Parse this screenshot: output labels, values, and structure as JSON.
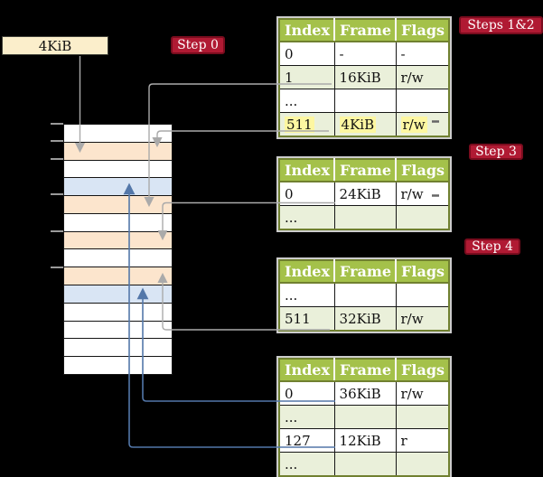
{
  "frame_box": {
    "label": "4KiB"
  },
  "step_labels": [
    {
      "text": "Step 0"
    },
    {
      "text": "Steps 1&2"
    },
    {
      "text": "Step 3"
    },
    {
      "text": "Step 4"
    }
  ],
  "memory_column": {
    "rows": [
      "white",
      "orange",
      "white",
      "blue",
      "orange",
      "white",
      "orange",
      "white",
      "orange",
      "blue",
      "white",
      "white",
      "white",
      "white"
    ]
  },
  "tables": [
    {
      "headers": [
        "Index",
        "Frame",
        "Flags"
      ],
      "rows": [
        {
          "cells": [
            "0",
            "-",
            "-"
          ],
          "shaded": false,
          "highlighted": false
        },
        {
          "cells": [
            "1",
            "16KiB",
            "r/w"
          ],
          "shaded": true,
          "highlighted": false
        },
        {
          "cells": [
            "...",
            "",
            ""
          ],
          "shaded": false,
          "highlighted": false
        },
        {
          "cells": [
            "511",
            "4KiB",
            "r/w"
          ],
          "shaded": true,
          "highlighted": true
        }
      ]
    },
    {
      "headers": [
        "Index",
        "Frame",
        "Flags"
      ],
      "rows": [
        {
          "cells": [
            "0",
            "24KiB",
            "r/w"
          ],
          "shaded": false,
          "highlighted": false
        },
        {
          "cells": [
            "...",
            "",
            ""
          ],
          "shaded": true,
          "highlighted": false
        }
      ]
    },
    {
      "headers": [
        "Index",
        "Frame",
        "Flags"
      ],
      "rows": [
        {
          "cells": [
            "...",
            "",
            ""
          ],
          "shaded": false,
          "highlighted": false
        },
        {
          "cells": [
            "511",
            "32KiB",
            "r/w"
          ],
          "shaded": true,
          "highlighted": false
        }
      ]
    },
    {
      "headers": [
        "Index",
        "Frame",
        "Flags"
      ],
      "rows": [
        {
          "cells": [
            "0",
            "36KiB",
            "r/w"
          ],
          "shaded": false,
          "highlighted": false
        },
        {
          "cells": [
            "...",
            "",
            ""
          ],
          "shaded": true,
          "highlighted": false
        },
        {
          "cells": [
            "127",
            "12KiB",
            "r"
          ],
          "shaded": false,
          "highlighted": false
        },
        {
          "cells": [
            "...",
            "",
            ""
          ],
          "shaded": true,
          "highlighted": false
        }
      ]
    }
  ],
  "connectors": [
    {
      "from": "frame-size-box",
      "to": "memory-row-2",
      "color": "gray"
    },
    {
      "from": "table-1-row-1",
      "to": "memory-row-5",
      "color": "gray"
    },
    {
      "from": "table-1-row-511",
      "to": "memory-row-2",
      "color": "gray"
    },
    {
      "from": "table-2-row-0",
      "to": "memory-row-7",
      "color": "gray"
    },
    {
      "from": "table-3-row-511",
      "to": "memory-row-9",
      "color": "gray"
    },
    {
      "from": "table-4-row-0",
      "to": "memory-row-10",
      "color": "blue"
    },
    {
      "from": "table-4-row-127",
      "to": "memory-row-4",
      "color": "blue"
    }
  ],
  "colors": {
    "background": "#000000",
    "table_header_green": "#a4c14a",
    "table_row_green": "#eaf0da",
    "table_border_olive": "#708030",
    "table_outline_gray": "#cccccc",
    "highlight_yellow": "#fdf7a1",
    "label_crimson": "#b01a33",
    "label_crimson_dark": "#7a0c1e",
    "frame_box_cream": "#fbeecb",
    "memory_orange": "#fce5cd",
    "memory_blue": "#d9e5f4",
    "connector_gray": "#aaaaaa",
    "connector_blue": "#5377a9",
    "edge_dash_gray": "#666666"
  }
}
